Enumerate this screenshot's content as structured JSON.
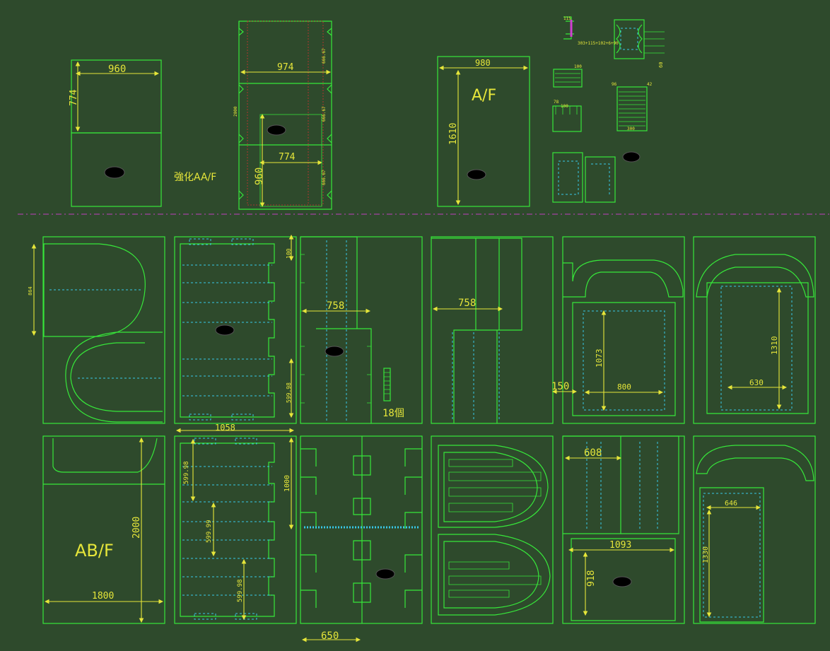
{
  "labels": {
    "d960a": "960",
    "d774a": "774",
    "reinforced": "強化AA/F",
    "d974": "974",
    "d774b": "774",
    "d960b": "960",
    "d2000a": "2000",
    "d666a": "666.67",
    "d666b": "666.67",
    "d666c": "666.67",
    "d980": "980",
    "af": "A/F",
    "d1610": "1610",
    "d864": "864",
    "d100": "100",
    "d58998a": "599.98",
    "d1058": "1058",
    "d758a": "758",
    "count18": "18個",
    "d758b": "758",
    "d1073": "1073",
    "d800": "800",
    "d150": "150",
    "d1310": "1310",
    "d630": "630",
    "ab": "AB/F",
    "d2000b": "2000",
    "d1800": "1800",
    "d59998b": "599.98",
    "d59999": "599.99",
    "d59998c": "599.98",
    "d1000": "1000",
    "d650": "650",
    "d608": "608",
    "d1093": "1093",
    "d918": "918",
    "d646": "646",
    "d1330": "1330",
    "s115": "115",
    "s303": "303+115+102+6+90",
    "s60": "60",
    "s100a": "100",
    "s78": "78",
    "s100b": "100",
    "s300": "300",
    "s96": "96",
    "s42": "42"
  },
  "colors": {
    "background": "#2e4a2c",
    "line": "#37e63a",
    "dimension": "#e6e63a",
    "hidden": "#38c8e8",
    "divider": "#c040c0"
  }
}
